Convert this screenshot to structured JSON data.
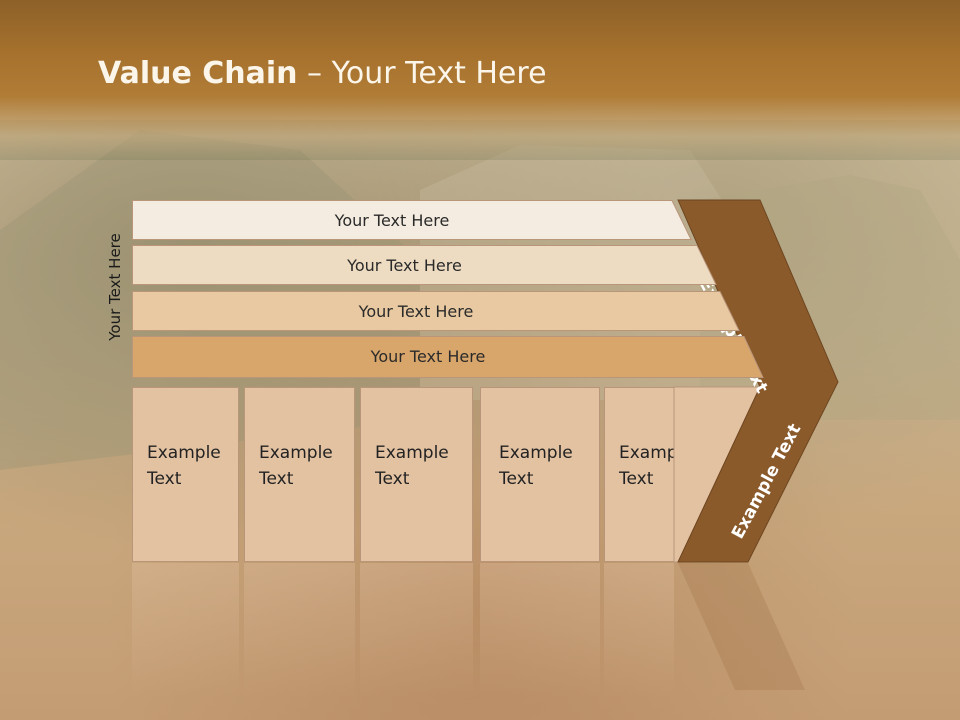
{
  "header": {
    "title_bold": "Value Chain",
    "title_rest": " – Your Text Here"
  },
  "side_label": "Your Text Here",
  "rows": [
    {
      "label": "Your Text Here",
      "color": "#f4ece0"
    },
    {
      "label": "Your Text Here",
      "color": "#eedcc2"
    },
    {
      "label": "Your Text Here",
      "color": "#e8c9a2"
    },
    {
      "label": "Your Text Here",
      "color": "#d8a56b"
    }
  ],
  "boxes": [
    {
      "line1": "Example",
      "line2": "Text"
    },
    {
      "line1": "Example",
      "line2": "Text"
    },
    {
      "line1": "Example",
      "line2": "Text"
    },
    {
      "line1": "Example",
      "line2": "Text"
    },
    {
      "line1": "Example",
      "line2": "Text"
    }
  ],
  "chevron": {
    "upper_label": "Example Text",
    "lower_label": "Example Text",
    "color": "#8a5a2b"
  }
}
